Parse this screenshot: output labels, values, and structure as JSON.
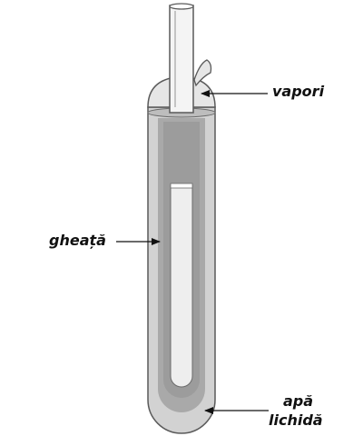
{
  "labels": {
    "vapori": "vapori",
    "gheata": "gheață",
    "apa_line1": "apă",
    "apa_line2": "lichidă"
  },
  "colors": {
    "outer_tube": "#d2d2d2",
    "ice": "#a9a9a9",
    "water": "#9c9c9c",
    "inner_tube": "#eeeeee",
    "outline": "#555555",
    "arrow": "#111111"
  }
}
